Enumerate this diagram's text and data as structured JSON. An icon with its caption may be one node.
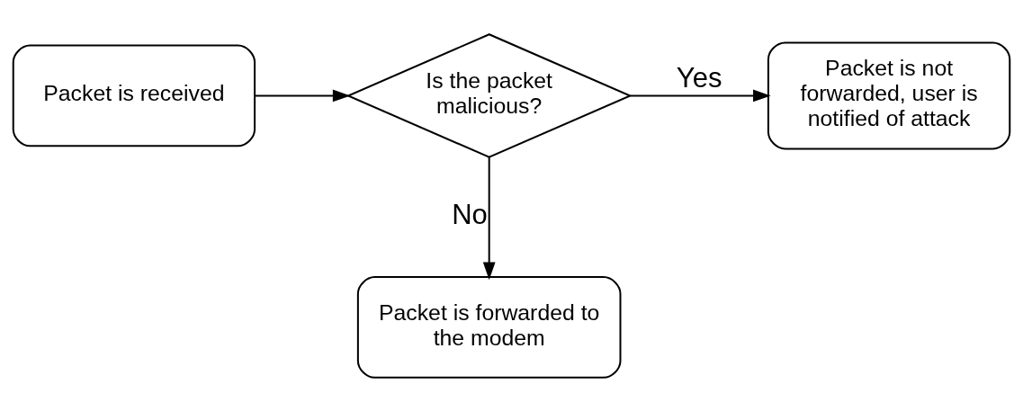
{
  "diagram": {
    "nodes": [
      {
        "text": [
          "Packet is received"
        ]
      },
      {
        "text": [
          "Is the packet malicious?"
        ]
      },
      {
        "text": [
          "Packet is forwarded to the modem"
        ]
      },
      {
        "text": [
          "Packet is not forwarded, user is notified of attack"
        ]
      }
    ],
    "edges": [
      {
        "from": 0,
        "to": 1,
        "arrow": "to"
      },
      {
        "from": 1,
        "to": 2,
        "arrow": "to",
        "label": "No"
      },
      {
        "from": 1,
        "to": 3,
        "arrow": "to",
        "label": "Yes"
      }
    ]
  }
}
